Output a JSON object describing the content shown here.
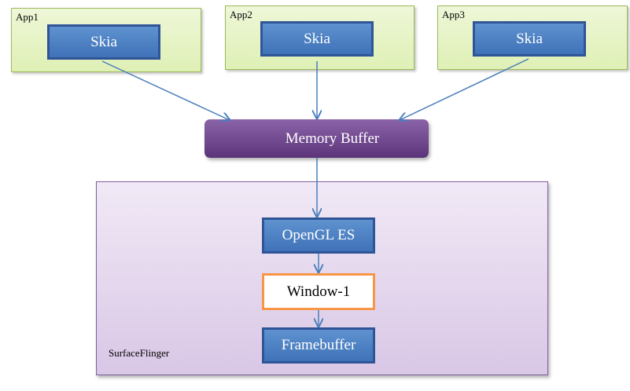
{
  "apps": [
    {
      "label": "App1",
      "component": "Skia"
    },
    {
      "label": "App2",
      "component": "Skia"
    },
    {
      "label": "App3",
      "component": "Skia"
    }
  ],
  "memory_buffer": {
    "label": "Memory Buffer"
  },
  "surface_flinger": {
    "label": "SurfaceFlinger",
    "stages": [
      {
        "label": "OpenGL ES"
      },
      {
        "label": "Window-1"
      },
      {
        "label": "Framebuffer"
      }
    ]
  },
  "colors": {
    "app_fill": "#dff0b5",
    "app_border": "#9bbb59",
    "skia_fill": "#4f81bd",
    "skia_border": "#2f5597",
    "memory_buffer_fill": "#6f4a8e",
    "surface_flinger_fill": "#e6daf0",
    "window_border": "#f79646",
    "arrow": "#4a7ebb"
  }
}
